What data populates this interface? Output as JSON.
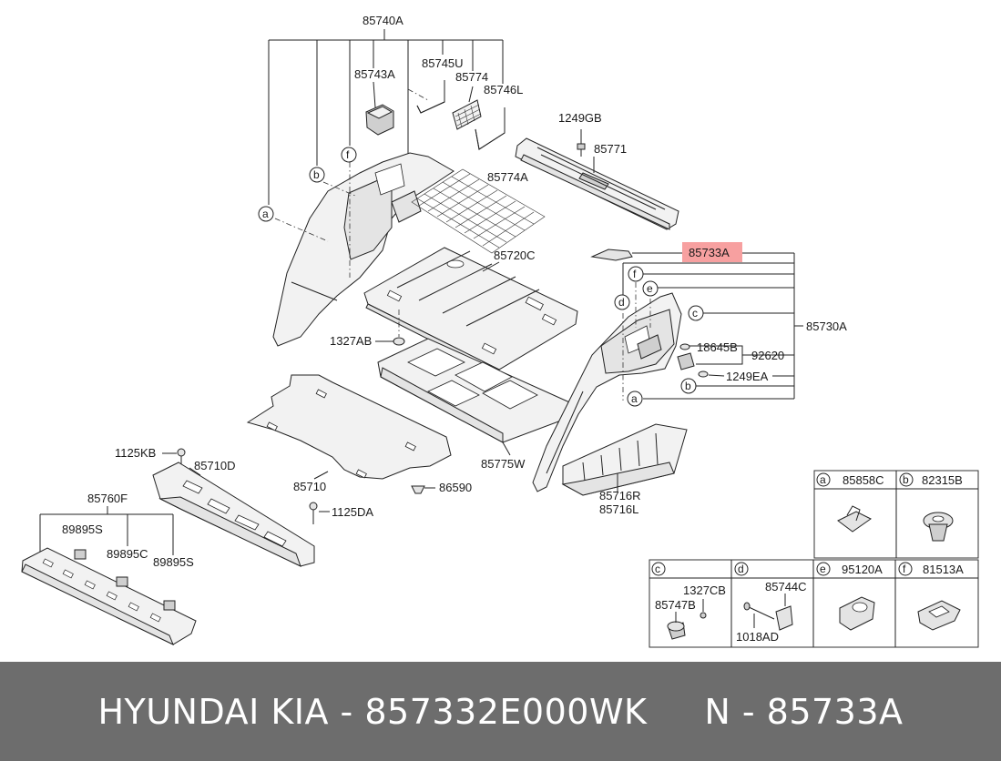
{
  "labels": {
    "p85740A": "85740A",
    "p85743A": "85743A",
    "p85745U": "85745U",
    "p85774": "85774",
    "p85746L": "85746L",
    "p1249GB": "1249GB",
    "p85771": "85771",
    "p85774A": "85774A",
    "p85720C": "85720C",
    "p85733A": "85733A",
    "p85730A": "85730A",
    "p1327AB": "1327AB",
    "p18645B": "18645B",
    "p92620": "92620",
    "p1249EA": "1249EA",
    "p85775W": "85775W",
    "p85710": "85710",
    "p86590": "86590",
    "p1125KB": "1125KB",
    "p85710D": "85710D",
    "p1125DA": "1125DA",
    "p85760F": "85760F",
    "p89895S_a": "89895S",
    "p89895C": "89895C",
    "p89895S_b": "89895S",
    "p85716R": "85716R",
    "p85716L": "85716L"
  },
  "callouts": {
    "a": "a",
    "b": "b",
    "c": "c",
    "d": "d",
    "e": "e",
    "f": "f"
  },
  "legend": {
    "a": {
      "letter": "a",
      "part": "85858C"
    },
    "b": {
      "letter": "b",
      "part": "82315B"
    },
    "c": {
      "letter": "c",
      "part1": "1327CB",
      "part2": "85747B"
    },
    "d": {
      "letter": "d",
      "part1": "85744C",
      "part2": "1018AD"
    },
    "e": {
      "letter": "e",
      "part": "95120A"
    },
    "f": {
      "letter": "f",
      "part": "81513A"
    }
  },
  "highlight_color": "#f7a0a0",
  "footer": {
    "brand": "HYUNDAI KIA - 857332E000WK",
    "ref": "N - 85733A"
  }
}
